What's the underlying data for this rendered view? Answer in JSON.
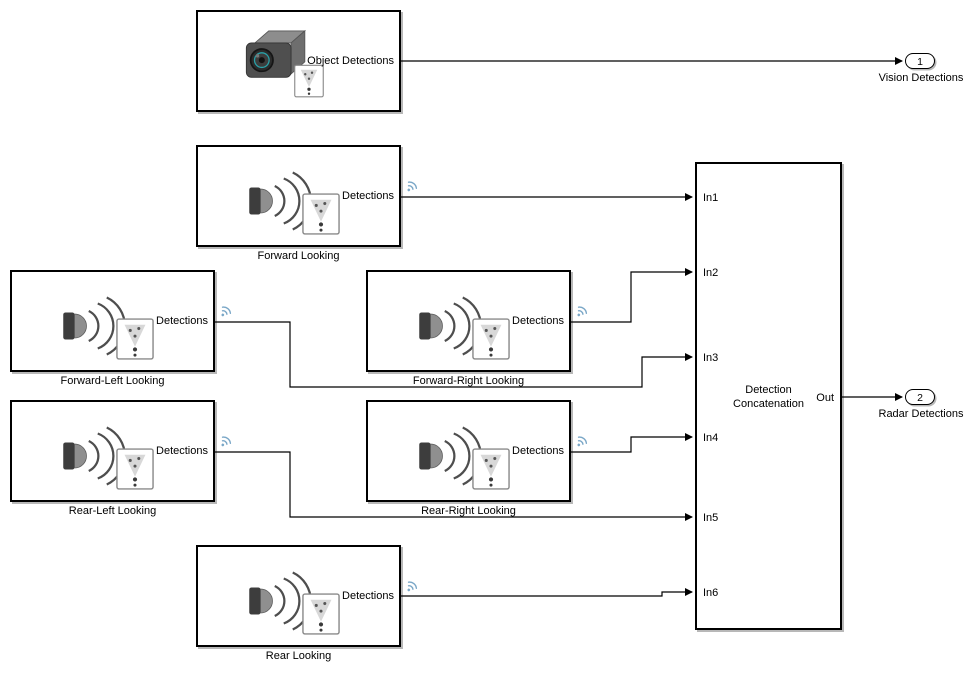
{
  "colors": {
    "background": "#ffffff",
    "block_border": "#000000",
    "wire": "#000000",
    "wireless": "#7aa7c7",
    "lens_ring": "#2aa1a8"
  },
  "icons": {
    "camera": "camera-icon",
    "radar": "radar-icon",
    "coverage": "sensor-coverage-icon",
    "wireless": "wireless-signal-icon"
  },
  "blocks": {
    "camera": {
      "port_label": "Object Detections"
    },
    "forward": {
      "caption": "Forward Looking",
      "port_label": "Detections"
    },
    "forward_left": {
      "caption": "Forward-Left Looking",
      "port_label": "Detections"
    },
    "forward_right": {
      "caption": "Forward-Right Looking",
      "port_label": "Detections"
    },
    "rear_left": {
      "caption": "Rear-Left Looking",
      "port_label": "Detections"
    },
    "rear_right": {
      "caption": "Rear-Right Looking",
      "port_label": "Detections"
    },
    "rear": {
      "caption": "Rear Looking",
      "port_label": "Detections"
    }
  },
  "concat": {
    "title": "Detection Concatenation",
    "inputs": [
      "In1",
      "In2",
      "In3",
      "In4",
      "In5",
      "In6"
    ],
    "output_label": "Out"
  },
  "outports": {
    "vision": {
      "number": "1",
      "label": "Vision Detections"
    },
    "radar": {
      "number": "2",
      "label": "Radar Detections"
    }
  }
}
